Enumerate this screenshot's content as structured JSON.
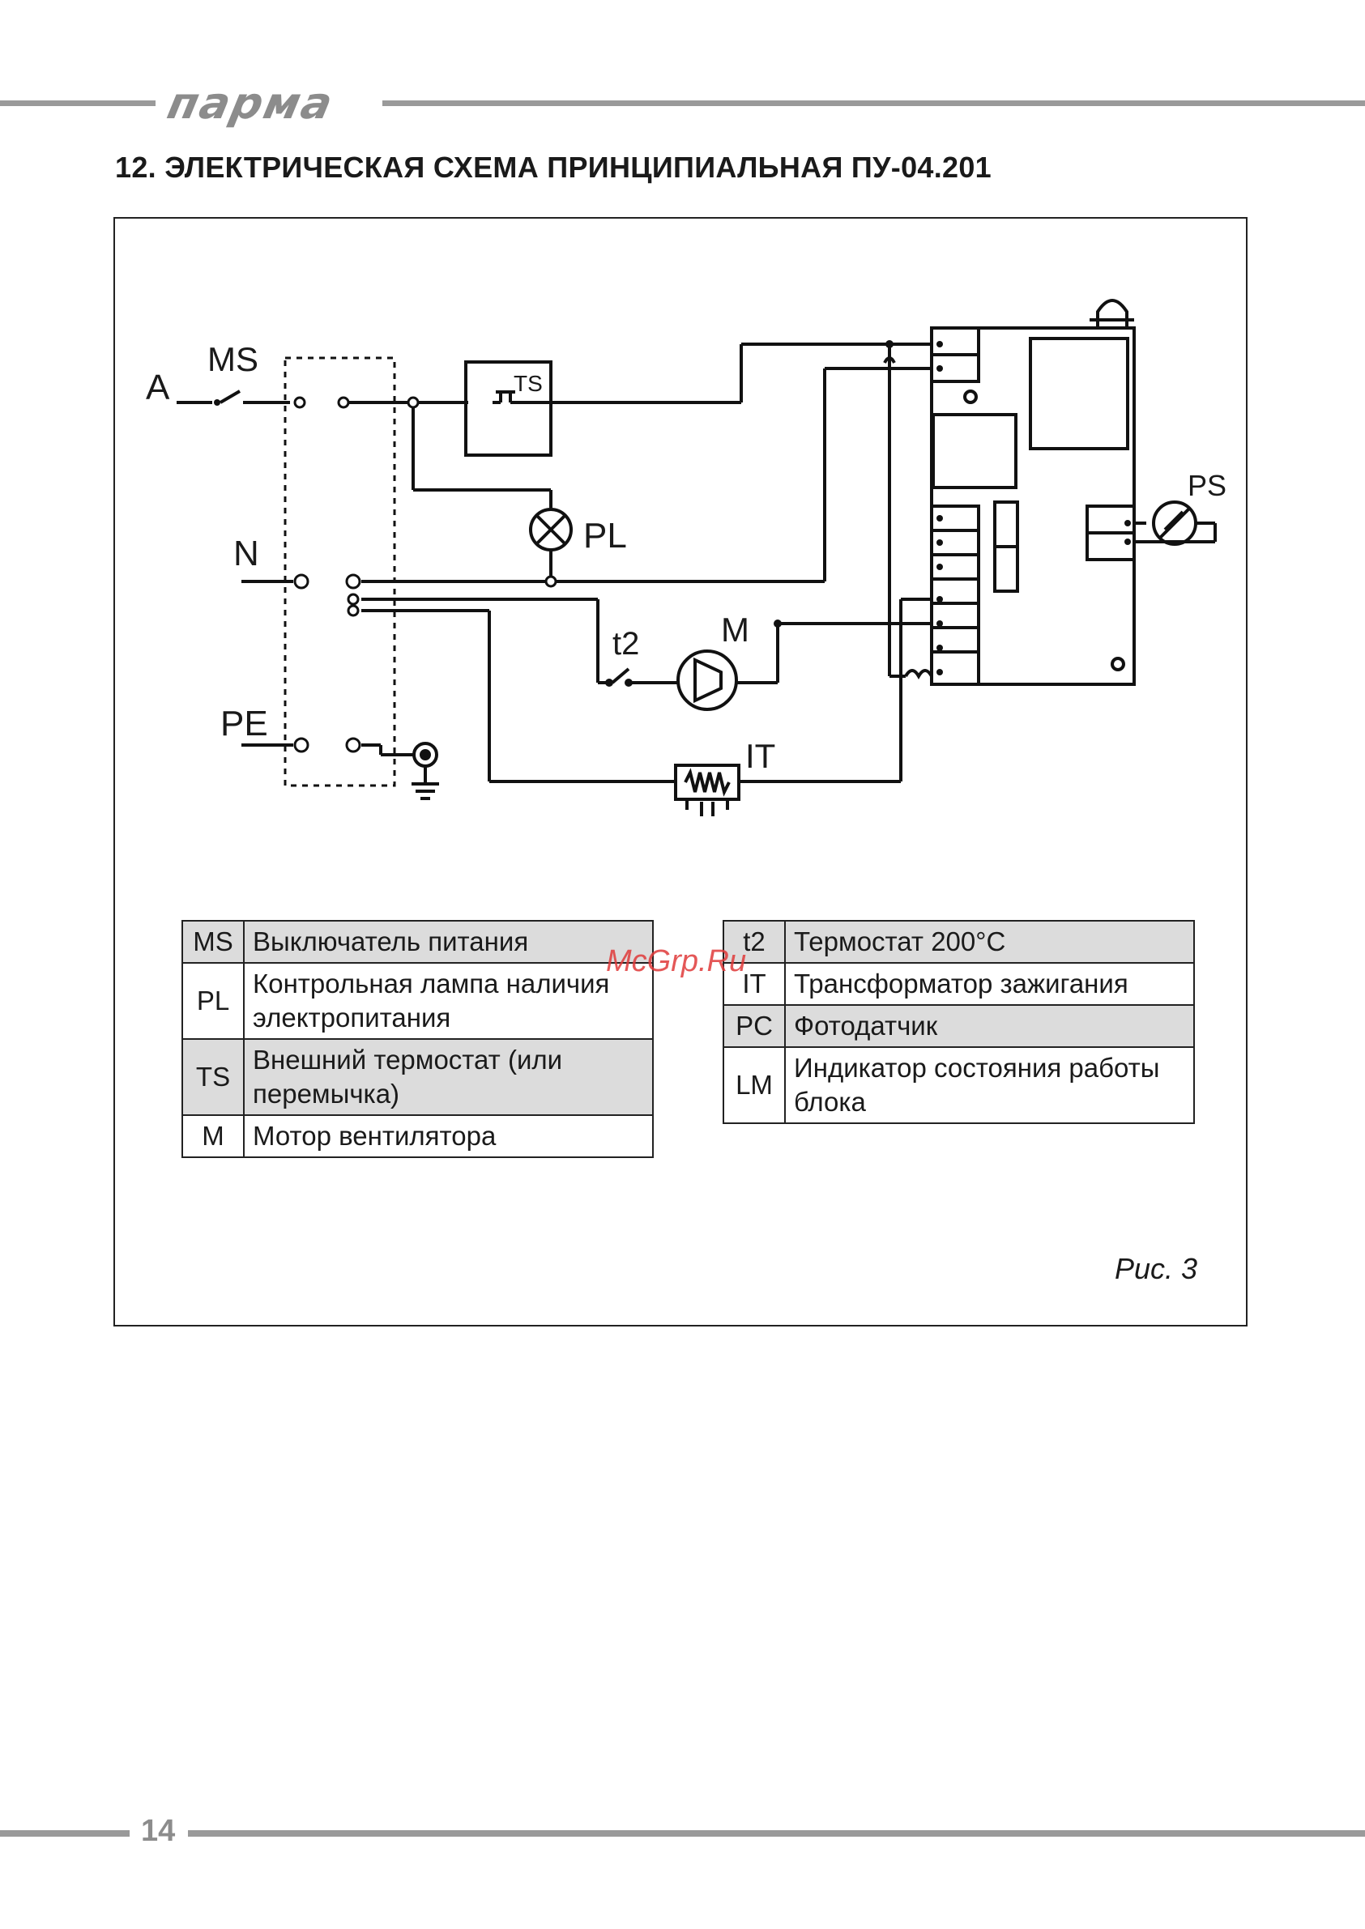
{
  "header": {
    "brand": "парма",
    "title": "12. ЭЛЕКТРИЧЕСКАЯ СХЕМА ПРИНЦИПИАЛЬНАЯ ПУ-04.201"
  },
  "diagram": {
    "labels": {
      "a": "A",
      "ms": "MS",
      "n": "N",
      "pe": "PE",
      "ts": "TS",
      "pl": "PL",
      "t2": "t2",
      "m": "M",
      "it": "IT",
      "ps": "PS"
    }
  },
  "legend_left": [
    {
      "code": "MS",
      "desc": "Выключатель питания",
      "shaded": true
    },
    {
      "code": "PL",
      "desc": "Контрольная лампа наличия электропитания",
      "shaded": false
    },
    {
      "code": "TS",
      "desc": "Внешний термостат (или перемычка)",
      "shaded": true
    },
    {
      "code": "M",
      "desc": "Мотор вентилятора",
      "shaded": false
    }
  ],
  "legend_right": [
    {
      "code": "t2",
      "desc": "Термостат 200°C",
      "shaded": true
    },
    {
      "code": "IT",
      "desc": "Трансформатор зажигания",
      "shaded": false
    },
    {
      "code": "PC",
      "desc": "Фотодатчик",
      "shaded": true
    },
    {
      "code": "LM",
      "desc": "Индикатор состояния работы блока",
      "shaded": false
    }
  ],
  "watermark": "McGrp.Ru",
  "caption": "Рис. 3",
  "footer": {
    "page_number": "14"
  }
}
